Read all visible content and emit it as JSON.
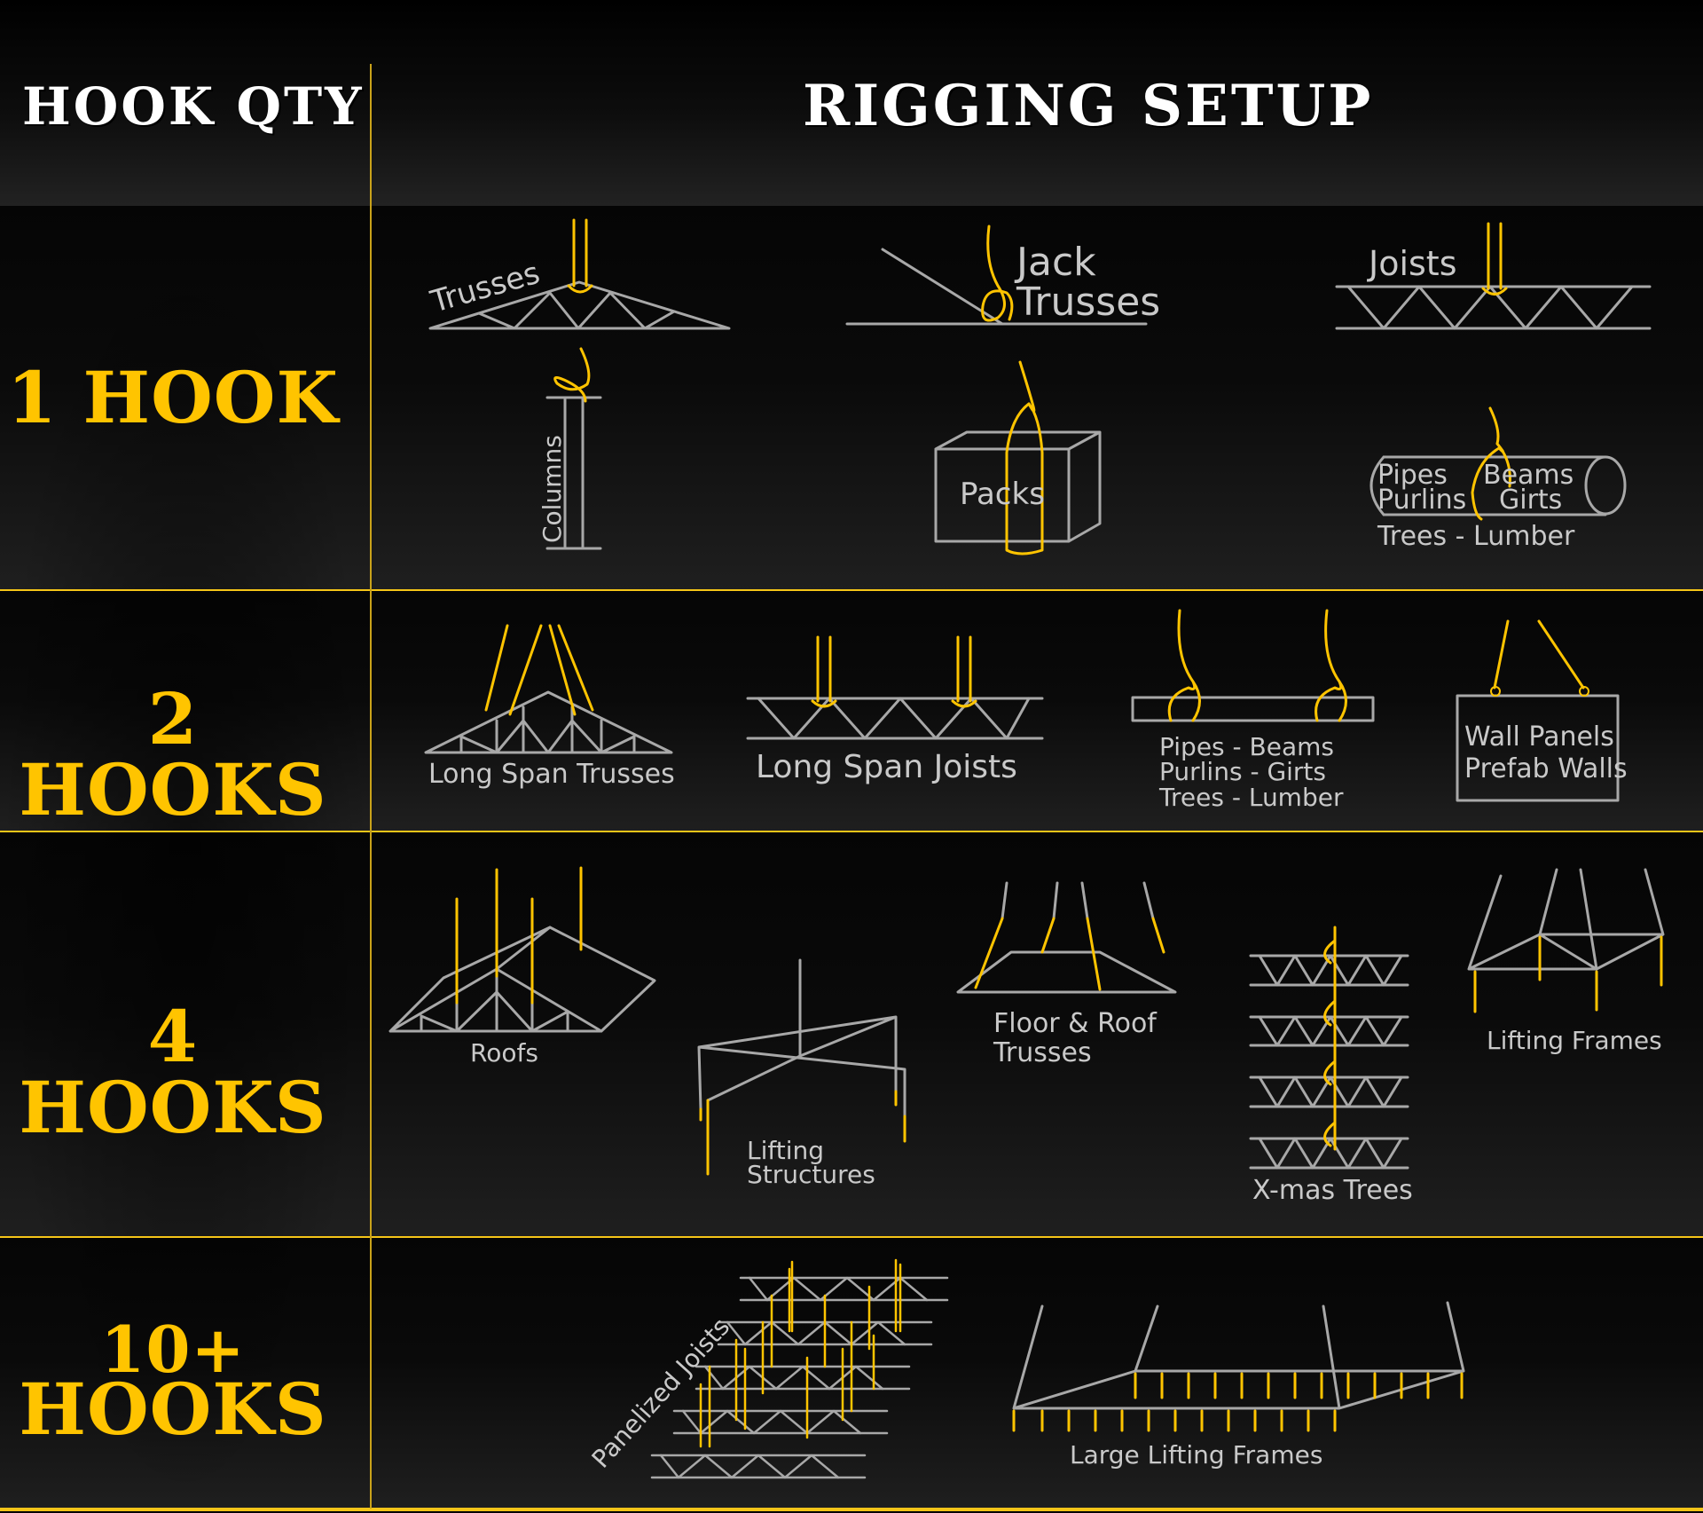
{
  "header": {
    "hook_qty": "HOOK QTY",
    "rigging_setup": "RIGGING SETUP"
  },
  "rows": {
    "r1": "1 HOOK",
    "r2": "2 HOOKS",
    "r3": "4 HOOKS",
    "r4_line1": "10+",
    "r4_line2": "HOOKS"
  },
  "labels": {
    "trusses": "Trusses",
    "jack": "Jack",
    "jack_trusses": "Trusses",
    "joists": "Joists",
    "columns": "Columns",
    "packs": "Packs",
    "pipes": "Pipes",
    "purlins": "Purlins",
    "beams": "Beams",
    "girts": "Girts",
    "trees_lumber": "Trees - Lumber",
    "long_span_trusses": "Long Span Trusses",
    "long_span_joists": "Long Span Joists",
    "pipes_beams": "Pipes - Beams",
    "purlins_girts": "Purlins - Girts",
    "trees_lumber_2": "Trees - Lumber",
    "wall_panels": "Wall Panels",
    "prefab_walls": "Prefab Walls",
    "roofs": "Roofs",
    "lifting": "Lifting",
    "structures": "Structures",
    "floor_roof": "Floor & Roof",
    "floor_trusses": "Trusses",
    "xmas_trees": "X-mas Trees",
    "lifting_frames": "Lifting Frames",
    "panelized_joists": "Panelized Joists",
    "large_lifting_frames": "Large Lifting Frames"
  },
  "colors": {
    "accent": "#ffc400",
    "line": "#a8a8a8",
    "label": "#c9c9c9",
    "divider": "#f5c518"
  }
}
